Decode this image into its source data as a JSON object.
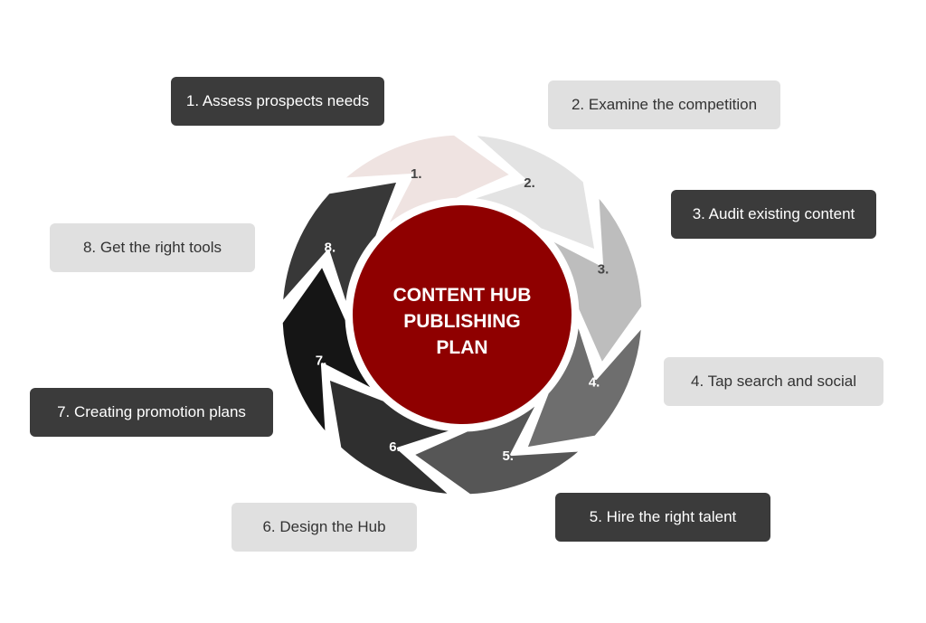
{
  "title": "CONTENT HUB PUBLISHING PLAN",
  "title_lines": [
    "CONTENT HUB",
    "PUBLISHING",
    "PLAN"
  ],
  "colors": {
    "center": "#8f0000",
    "dark_box": "#3b3b3b",
    "light_box": "#e0e0e0"
  },
  "segments": [
    {
      "number": "1.",
      "fill": "#efe3e1",
      "text_color": "#444444"
    },
    {
      "number": "2.",
      "fill": "#e3e3e3",
      "text_color": "#444444"
    },
    {
      "number": "3.",
      "fill": "#bdbdbd",
      "text_color": "#444444"
    },
    {
      "number": "4.",
      "fill": "#6e6e6e",
      "text_color": "#ffffff"
    },
    {
      "number": "5.",
      "fill": "#565656",
      "text_color": "#ffffff"
    },
    {
      "number": "6.",
      "fill": "#2f2f2f",
      "text_color": "#ffffff"
    },
    {
      "number": "7.",
      "fill": "#151515",
      "text_color": "#ffffff"
    },
    {
      "number": "8.",
      "fill": "#383838",
      "text_color": "#ffffff"
    }
  ],
  "steps": [
    {
      "label": "1. Assess prospects needs",
      "style": "dark"
    },
    {
      "label": "2. Examine the competition",
      "style": "light"
    },
    {
      "label": "3. Audit existing content",
      "style": "dark"
    },
    {
      "label": "4. Tap search and social",
      "style": "light"
    },
    {
      "label": "5. Hire the right talent",
      "style": "dark"
    },
    {
      "label": "6. Design the Hub",
      "style": "light"
    },
    {
      "label": "7. Creating promotion plans",
      "style": "dark"
    },
    {
      "label": "8. Get the right tools",
      "style": "light"
    }
  ]
}
